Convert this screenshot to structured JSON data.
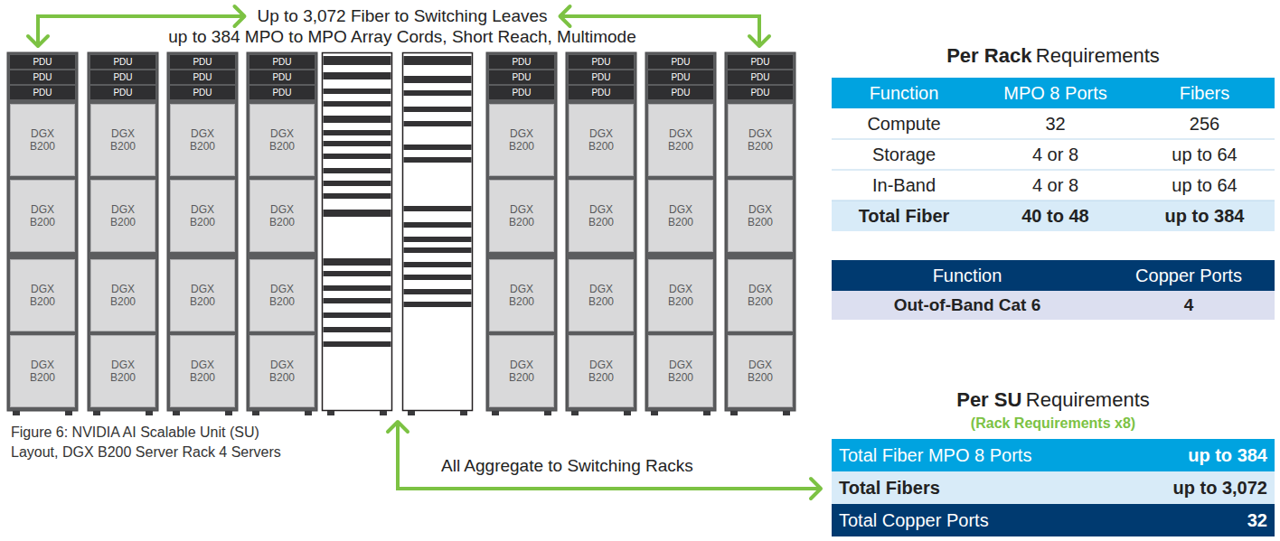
{
  "diagram": {
    "caption": "Figure 6: NVIDIA AI Scalable Unit (SU) Layout, DGX B200 Server Rack 4 Servers",
    "nodes": [
      {
        "text": [
          "PDU"
        ]
      },
      {
        "text": [
          "PDU"
        ]
      },
      {
        "text": [
          "PDU"
        ]
      },
      {
        "text": [
          "DGX B200"
        ]
      },
      {
        "text": [
          "DGX B200"
        ]
      },
      {
        "text": [
          "DGX B200"
        ]
      },
      {
        "text": [
          "DGX B200"
        ]
      },
      {
        "text": [
          "PDU"
        ]
      },
      {
        "text": [
          "PDU"
        ]
      },
      {
        "text": [
          "PDU"
        ]
      },
      {
        "text": [
          "DGX B200"
        ]
      },
      {
        "text": [
          "DGX B200"
        ]
      },
      {
        "text": [
          "DGX B200"
        ]
      },
      {
        "text": [
          "DGX B200"
        ]
      },
      {
        "text": [
          "PDU"
        ]
      },
      {
        "text": [
          "PDU"
        ]
      },
      {
        "text": [
          "PDU"
        ]
      },
      {
        "text": [
          "DGX B200"
        ]
      },
      {
        "text": [
          "DGX B200"
        ]
      },
      {
        "text": [
          "DGX B200"
        ]
      },
      {
        "text": [
          "DGX B200"
        ]
      },
      {
        "text": [
          "PDU"
        ]
      },
      {
        "text": [
          "PDU"
        ]
      },
      {
        "text": [
          "PDU"
        ]
      },
      {
        "text": [
          "DGX B200"
        ]
      },
      {
        "text": [
          "DGX B200"
        ]
      },
      {
        "text": [
          "DGX B200"
        ]
      },
      {
        "text": [
          "DGX B200"
        ]
      },
      {
        "text": [
          "PDU"
        ]
      },
      {
        "text": [
          "PDU"
        ]
      },
      {
        "text": [
          "PDU"
        ]
      },
      {
        "text": [
          "DGX B200"
        ]
      },
      {
        "text": [
          "DGX B200"
        ]
      },
      {
        "text": [
          "DGX B200"
        ]
      },
      {
        "text": [
          "DGX B200"
        ]
      },
      {
        "text": [
          "PDU"
        ]
      },
      {
        "text": [
          "PDU"
        ]
      },
      {
        "text": [
          "PDU"
        ]
      },
      {
        "text": [
          "DGX B200"
        ]
      },
      {
        "text": [
          "DGX B200"
        ]
      },
      {
        "text": [
          "DGX B200"
        ]
      },
      {
        "text": [
          "DGX B200"
        ]
      },
      {
        "text": [
          "PDU"
        ]
      },
      {
        "text": [
          "PDU"
        ]
      },
      {
        "text": [
          "PDU"
        ]
      },
      {
        "text": [
          "DGX B200"
        ]
      },
      {
        "text": [
          "DGX B200"
        ]
      },
      {
        "text": [
          "DGX B200"
        ]
      },
      {
        "text": [
          "DGX B200"
        ]
      },
      {
        "text": [
          "PDU"
        ]
      },
      {
        "text": [
          "PDU"
        ]
      },
      {
        "text": [
          "PDU"
        ]
      },
      {
        "text": [
          "DGX B200"
        ]
      },
      {
        "text": [
          "DGX B200"
        ]
      },
      {
        "text": [
          "DGX B200"
        ]
      },
      {
        "text": [
          "DGX B200"
        ]
      }
    ],
    "labels": [
      "Up to 3,072 Fiber to Switching Leaves",
      "up to 384 MPO to MPO Array Cords, Short Reach, Multimode",
      "All Aggregate to Switching Racks",
      "Per Rack",
      "Requirements",
      "Function",
      "MPO 8 Ports",
      "Fibers",
      "Compute",
      "32",
      "256",
      "Storage",
      "4 or 8",
      "up to 64",
      "In-Band",
      "4 or 8",
      "up to 64",
      "Total Fiber",
      "40 to 48",
      "up to 384",
      "Function",
      "Copper Ports",
      "Out-of-Band Cat 6",
      "4",
      "Per SU",
      "Requirements",
      "(Rack Requirements x8)",
      "Total Fiber MPO 8 Ports",
      "up to 384",
      "Total Fibers",
      "up to 3,072",
      "Total Copper Ports",
      "32"
    ]
  }
}
